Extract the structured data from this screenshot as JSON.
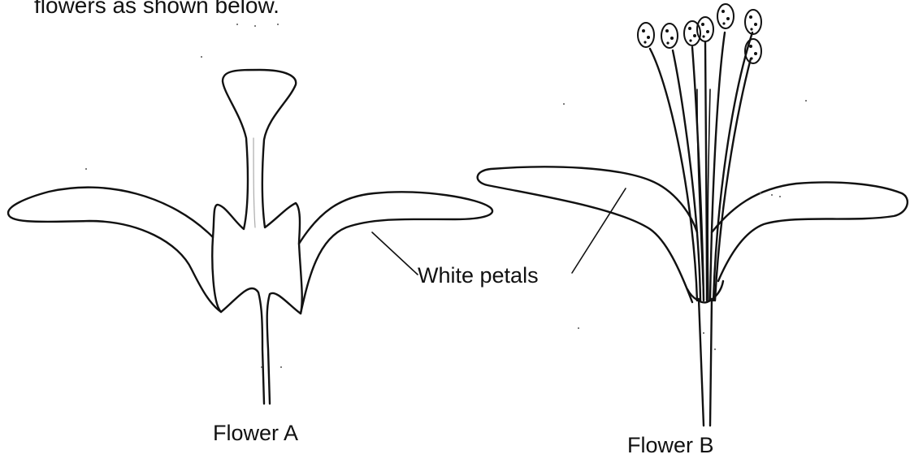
{
  "intro": {
    "text": "flowers as shown below."
  },
  "labels": {
    "flower_a": "Flower A",
    "flower_b": "Flower B",
    "petals": "White petals"
  }
}
